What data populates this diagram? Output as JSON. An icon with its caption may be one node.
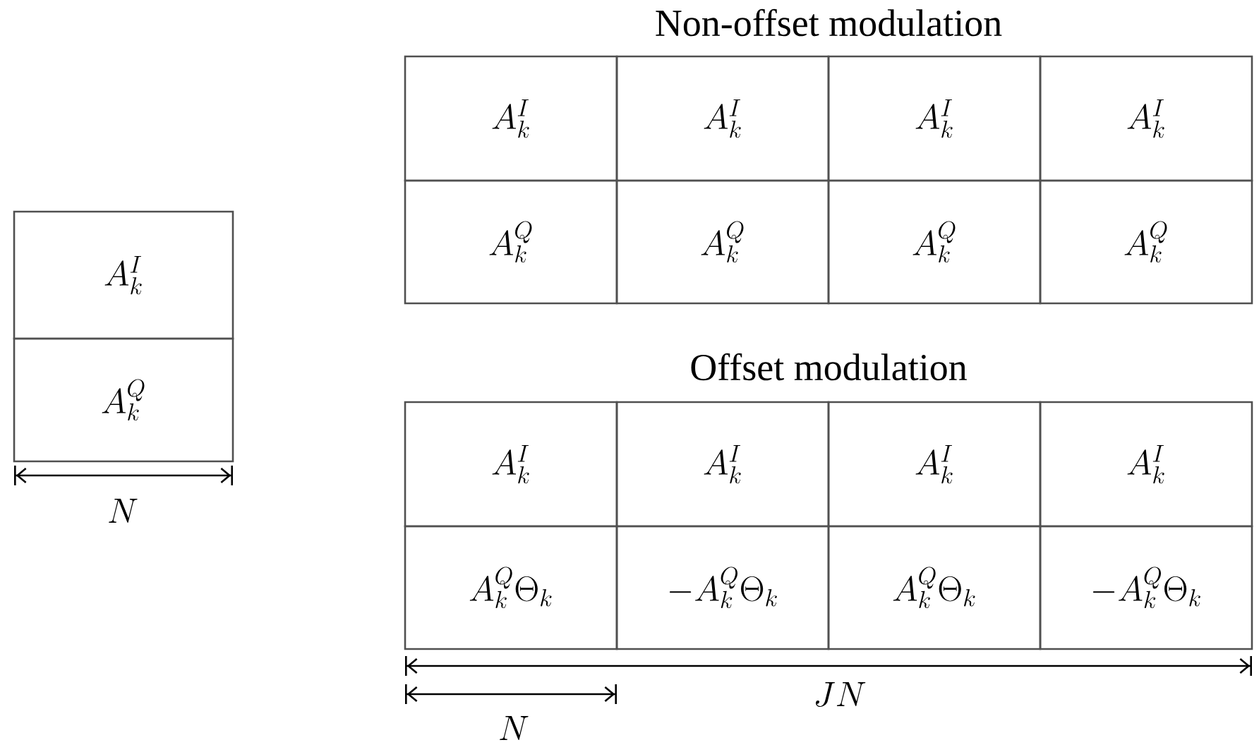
{
  "diagram": {
    "nodes": [
      {
        "text": [
          "A_k^I"
        ]
      },
      {
        "text": [
          "A_k^Q"
        ]
      },
      {
        "text": [
          "A_k^I"
        ]
      },
      {
        "text": [
          "A_k^I"
        ]
      },
      {
        "text": [
          "A_k^I"
        ]
      },
      {
        "text": [
          "A_k^I"
        ]
      },
      {
        "text": [
          "A_k^Q"
        ]
      },
      {
        "text": [
          "A_k^Q"
        ]
      },
      {
        "text": [
          "A_k^Q"
        ]
      },
      {
        "text": [
          "A_k^Q"
        ]
      },
      {
        "text": [
          "A_k^I"
        ]
      },
      {
        "text": [
          "A_k^I"
        ]
      },
      {
        "text": [
          "A_k^I"
        ]
      },
      {
        "text": [
          "A_k^I"
        ]
      },
      {
        "text": [
          "A_k^Q\\Theta_k"
        ]
      },
      {
        "text": [
          "-A_k^Q\\Theta_k"
        ]
      },
      {
        "text": [
          "A_k^Q\\Theta_k"
        ]
      },
      {
        "text": [
          "-A_k^Q\\Theta_k"
        ]
      }
    ],
    "labels": [
      "Non-offset modulation",
      "Offset modulation",
      "N",
      "JN",
      "N"
    ]
  }
}
